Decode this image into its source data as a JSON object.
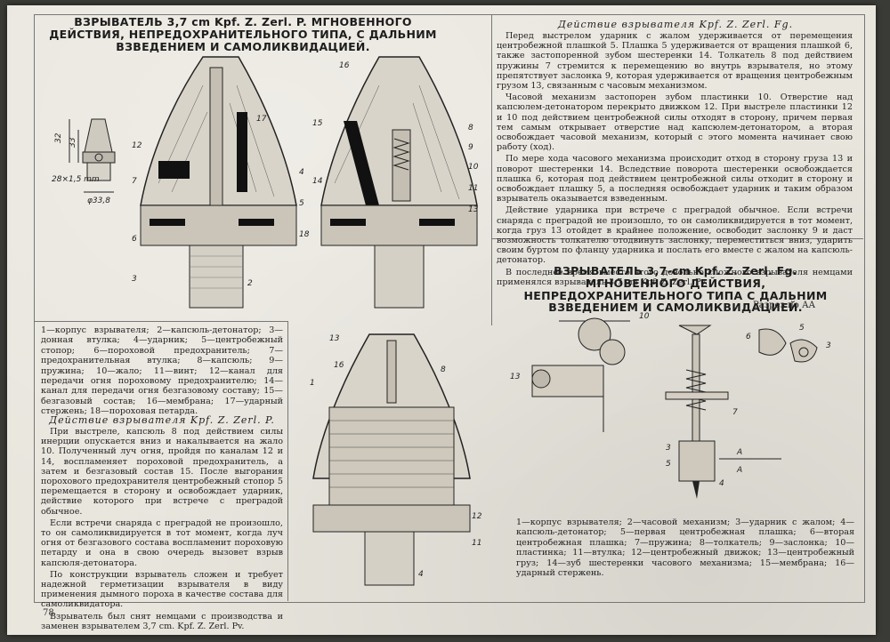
{
  "page_number": "78",
  "title_p": "ВЗРЫВАТЕЛЬ 3,7 cm Kpf. Z. Zerl. P. МГНОВЕННОГО ДЕЙСТВИЯ, НЕПРЕДОХРАНИТЕЛЬНОГО ТИПА, С ДАЛЬНИМ ВЗВЕДЕНИЕМ И САМОЛИКВИДАЦИЕЙ.",
  "legend_p": "1—корпус взрывателя; 2—капсюль-детонатор; 3—донная втулка; 4—ударник; 5—центробежный стопор; 6—пороховой предохранитель; 7—предохранительная втулка; 8—капсюль; 9—пружина; 10—жало; 11—винт; 12—канал для передачи огня пороховому предохранителю; 14—канал для передачи огня безгазовому составу; 15—безгазовый состав; 16—мембрана; 17—ударный стержень; 18—пороховая петарда.",
  "action_p": {
    "header": "Действие взрывателя Kpf. Z. Zerl. P.",
    "paragraphs": [
      "При выстреле, капсюль 8 под действием силы инерции опускается вниз и накалывается на жало 10. Полученный луч огня, пройдя по каналам 12 и 14, воспламеняет пороховой предохранитель, а затем и безгазовый состав 15. После выгорания порохового предохранителя центробежный стопор 5 перемещается в сторону и освобождает ударник, действие которого при встрече с преградой обычное.",
      "Если встречи снаряда с преградой не произошло, то он самоликвидируется в тот момент, когда луч огня от безгазового состава воспламенит пороховую петарду и она в свою очередь вызовет взрыв капсюля-детонатора.",
      "По конструкции взрыватель сложен и требует надежной герметизации взрывателя в виду применения дымного пороха в качестве состава для самоликвидатора.",
      "Взрыватель был снят немцами с производства и заменен взрывателем 3,7 cm. Kpf. Z. Zerl. Pv."
    ]
  },
  "action_fg": {
    "header": "Действие взрывателя Kpf. Z. Zerl. Fg.",
    "paragraphs": [
      "Перед выстрелом ударник с жалом удерживается от перемещения центробежной плашкой 5. Плашка 5 удерживается от вращения плашкой 6, также застопоренной зубом шестеренки 14. Толкатель 8 под действием пружины 7 стремится к перемещению во внутрь взрывателя, но этому препятствует заслонка 9, которая удерживается от вращения центробежным грузом 13, связанным с часовым механизмом.",
      "Часовой механизм застопорен зубом пластинки 10. Отверстие над капсюлем-детонатором перекрыто движком 12. При выстреле пластинки 12 и 10 под действием центробежной силы отходят в сторону, причем первая тем самым открывает отверстие над капсюлем-детонатором, а вторая освобождает часовой механизм, который с этого момента начинает свою работу (ход).",
      "По мере хода часового механизма происходит отход в сторону груза 13 и поворот шестеренки 14. Вследствие поворота шестеренки освобождается плашка 6, которая под действием центробежной силы отходит в сторону и освобождает плашку 5, а последняя освобождает ударник и таким образом взрыватель оказывается взведенным.",
      "Действие ударника при встрече с преградой обычное. Если встречи снаряда с преградой не произошло, то он самоликвидируется в тот момент, когда груз 13 отойдет в крайнее положение, освободит заслонку 9 и даст возможность толкателю отодвинуть заслонку, переместиться вниз, ударить своим буртом по фланцу ударника и послать его вместе с жалом на капсюль-детонатор.",
      "В последнее время вместо этого довольно сложного взрывателя немцами применялся взрыватель 3,7 cm Kpf. Z. Zerl. Pv."
    ]
  },
  "title_fg": "ВЗРЫВАТЕЛЬ 3,7-cm Kpf. Z. Zerl. Fg. МГНОВЕННОГО ДЕЙСТВИЯ, НЕПРЕДОХРАНИТЕЛЬНОГО ТИПА С ДАЛЬНИМ ВЗВЕДЕНИЕМ И САМОЛИКВИДАЦИЕЙ.",
  "section_label": "Разрез по АА",
  "legend_fg": "1—корпус взрывателя; 2—часовой механизм; 3—ударник с жалом; 4—капсюль-детонатор; 5—первая центробежная плашка; 6—вторая центробежная плашка; 7—пружина; 8—толкатель; 9—заслонка; 10—пластинка; 11—втулка; 12—центробежный движок; 13—центробежный груз; 14—зуб шестеренки часового механизма; 15—мембрана; 16—ударный стержень.",
  "dims": {
    "d1": "32",
    "d2": "33",
    "d3": "28×1,5 mm",
    "d4": "φ33,8"
  },
  "fig_labels_1": [
    "17",
    "12",
    "7",
    "6",
    "3",
    "4",
    "5",
    "18",
    "2"
  ],
  "fig_labels_2": [
    "16",
    "15",
    "8",
    "9",
    "10",
    "14",
    "11",
    "13"
  ],
  "fig_labels_3": [
    "13",
    "16",
    "1",
    "8",
    "12",
    "11",
    "4"
  ],
  "fig_labels_4": [
    "10",
    "13",
    "7",
    "3",
    "5",
    "4",
    "6",
    "5",
    "3",
    "A",
    "A"
  ]
}
